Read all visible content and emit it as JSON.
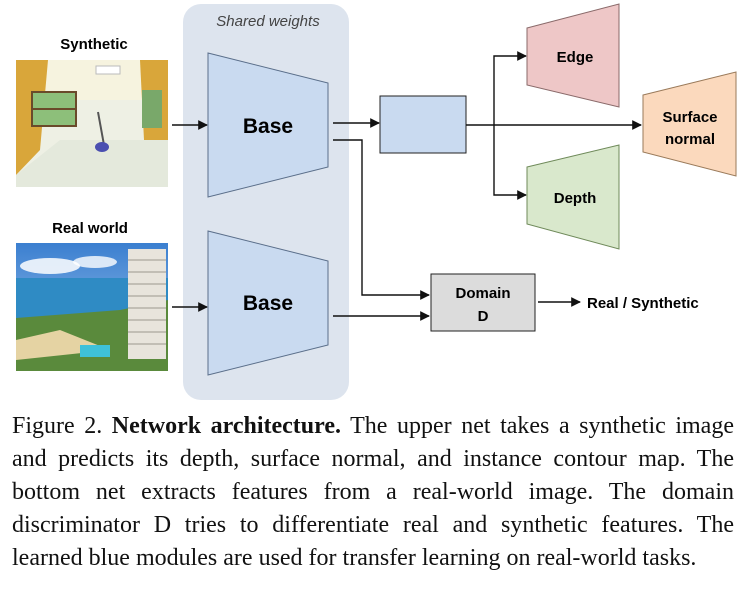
{
  "figure": {
    "shared_label": "Shared weights",
    "synthetic_label": "Synthetic",
    "real_label": "Real world",
    "base_top": "Base",
    "base_bottom": "Base",
    "edge": "Edge",
    "depth": "Depth",
    "surface_line1": "Surface",
    "surface_line2": "normal",
    "domain_line1": "Domain",
    "domain_line2": "D",
    "output_label": "Real / Synthetic",
    "colors": {
      "shared_bg": "#dde4ee",
      "base_fill": "#c9daf0",
      "edge_fill": "#eec7c7",
      "depth_fill": "#d9e8cc",
      "surface_fill": "#fbd9bd",
      "domain_fill": "#dcdcdc"
    }
  },
  "caption": {
    "prefix": "Figure 2. ",
    "title": "Network architecture.",
    "body": " The upper net takes a synthetic image and predicts its depth, surface normal, and instance contour map. The bottom net extracts features from a real-world image. The domain discriminator D tries to differentiate real and synthetic features. The learned blue modules are used for transfer learning on real-world tasks."
  }
}
